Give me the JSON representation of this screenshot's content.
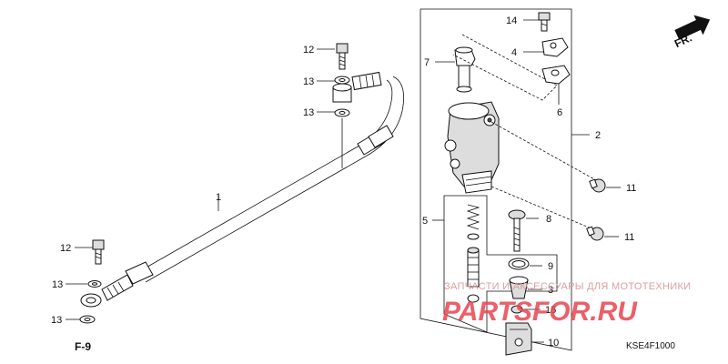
{
  "labels": {
    "p1": "1",
    "p2": "2",
    "p3": "3",
    "p4": "4",
    "p5": "5",
    "p6": "6",
    "p7": "7",
    "p8": "8",
    "p9": "9",
    "p10": "10",
    "p11a": "11",
    "p11b": "11",
    "p12a": "12",
    "p12b": "12",
    "p13a": "13",
    "p13b": "13",
    "p13c": "13",
    "p13d": "13",
    "p14": "14",
    "p15": "15"
  },
  "reference": "F-9",
  "direction": "FR.",
  "diagram_code": "KSE4F1000",
  "watermark": {
    "caption": "ЗАПЧАСТИ И АКСЕССУАРЫ ДЛЯ МОТОТЕХНИКИ",
    "logo": "PARTSFOR.RU"
  }
}
